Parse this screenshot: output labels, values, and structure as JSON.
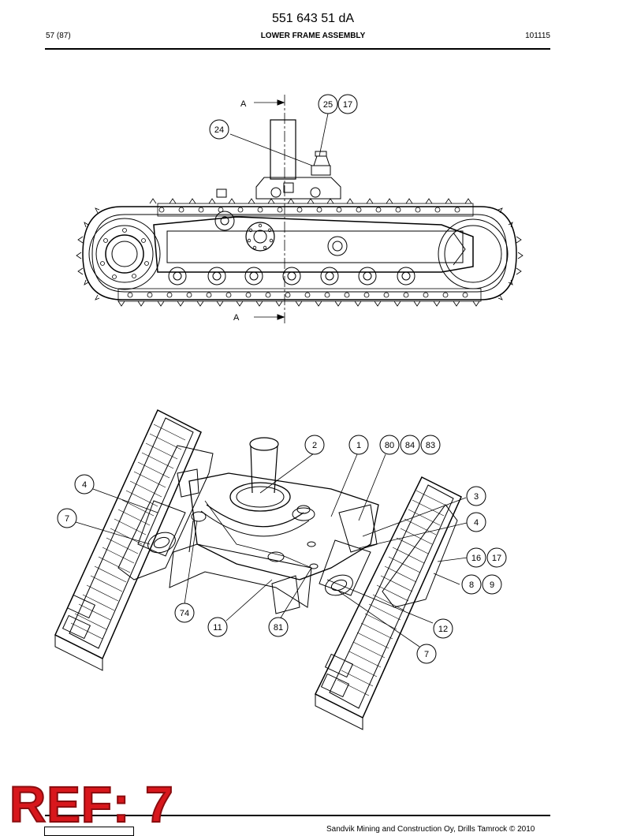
{
  "header": {
    "document_number": "551 643 51 dA",
    "page": "57 (87)",
    "title": "LOWER FRAME ASSEMBLY",
    "code": "101115"
  },
  "side_view": {
    "section_label_top": "A",
    "section_label_bottom": "A",
    "callouts": [
      "25",
      "17",
      "24"
    ]
  },
  "iso_view": {
    "callouts": [
      "2",
      "1",
      "80",
      "84",
      "83",
      "3",
      "4",
      "4",
      "7",
      "16",
      "17",
      "8",
      "9",
      "12",
      "7",
      "74",
      "11",
      "81"
    ]
  },
  "stamp": {
    "text": "REF: 7",
    "color": "#d8171c"
  },
  "footer": {
    "copyright": "Sandvik Mining and Construction Oy, Drills Tamrock © 2010"
  }
}
